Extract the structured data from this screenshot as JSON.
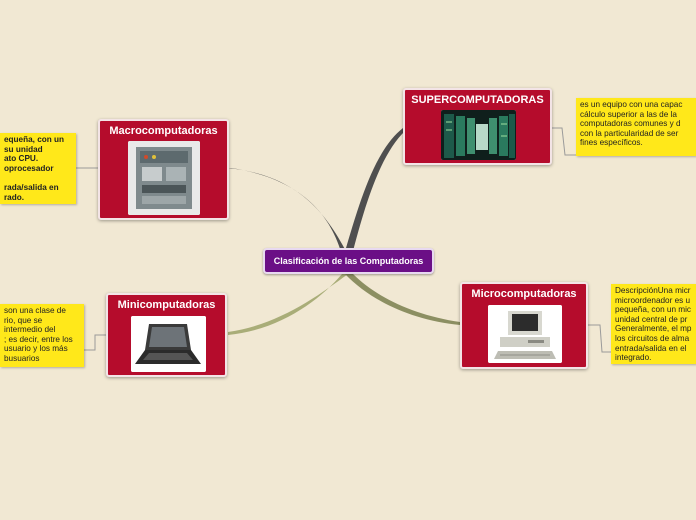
{
  "center": {
    "label": "Clasificación de las Computadoras"
  },
  "nodes": {
    "macro": {
      "title": "Macrocomputadoras",
      "image": "mainframe-cabinet"
    },
    "super": {
      "title": "SUPERCOMPUTADORAS",
      "image": "server-racks"
    },
    "mini": {
      "title": "Minicomputadoras",
      "image": "laptop"
    },
    "micro": {
      "title": "Microcomputadoras",
      "image": "desktop-pc"
    }
  },
  "notes": {
    "macro": [
      "equeña, con un",
      "su unidad",
      "ato CPU.",
      "oprocesador",
      "",
      "rada/salida en",
      "rado."
    ],
    "super": [
      "es un equipo con una capac",
      "cálculo superior a las de la",
      "computadoras comunes y d",
      "con la particularidad de ser",
      "fines específicos."
    ],
    "mini": [
      "son una clase de",
      "rio, que se",
      "intermedio del",
      "; es decir, entre los",
      "usuario y los más",
      "busuarios"
    ],
    "micro": [
      "DescripciónUna micr",
      "microordenador es u",
      "pequeña, con un mic",
      "unidad central de pr",
      "Generalmente, el mp",
      "los circuitos de alma",
      "entrada/salida en el",
      "integrado."
    ]
  },
  "colors": {
    "background": "#f1e8d3",
    "center": "#6b0f86",
    "node": "#b50c2c",
    "note": "#ffe81a",
    "branch": "#4f4f4f",
    "branch_light": "#aab07a"
  }
}
